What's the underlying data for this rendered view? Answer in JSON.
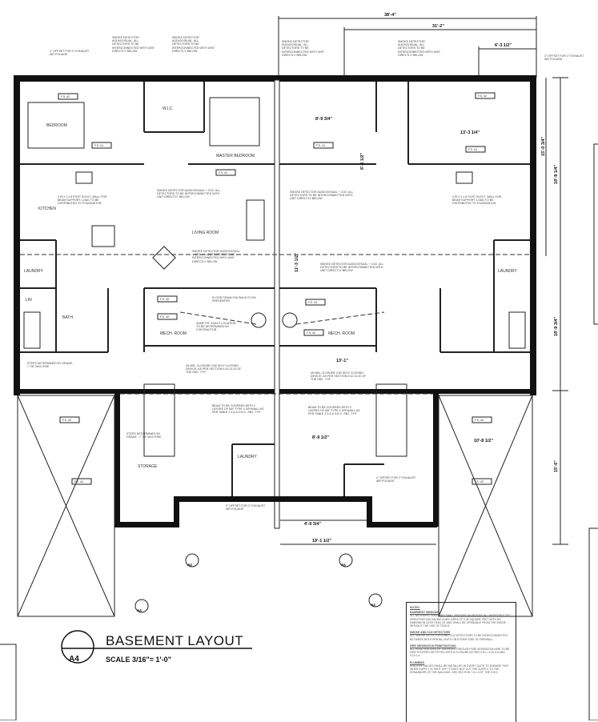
{
  "title": {
    "name": "BASEMENT LAYOUT",
    "scale": "SCALE 3/16\"= 1'-0\"",
    "sheet": "A4"
  },
  "rooms": {
    "bedroom": "BEDROOM",
    "wic": "W.I.C.",
    "master": "MASTER BEDROOM",
    "kitchen": "KITCHEN",
    "living": "LIVING ROOM",
    "laundry_left": "LAUNDRY",
    "laundry_right": "LAUNDRY",
    "laundry_center": "LAUNDRY",
    "bath": "BATH",
    "lin": "LIN",
    "mech_left": "MECH. ROOM",
    "mech_right": "MECH. ROOM",
    "storage": "STORAGE"
  },
  "dimensions": {
    "overall": "38'-4\"",
    "upper": "31'-2\"",
    "offset": "6'-3 1/2\"",
    "d1": "8'-9 3/4\"",
    "d2": "13'-3 1/4\"",
    "d3": "15'-0 3/4\"",
    "d4": "18'-9 1/4\"",
    "d5": "11'-3 1/2\"",
    "d6": "18'-9 3/4\"",
    "d7": "15'-6\"",
    "d8": "10'-8 1/2\"",
    "d9": "19'-1 1/2\"",
    "d10": "4'-9 3/4\"",
    "d11": "8'-9 1/2\"",
    "d12": "13'-1\"",
    "d13": "6'-3 1/2\""
  },
  "notes": {
    "smoke": "SMOKE DETECTOR AUDIO/VISUAL. ALL DETECTORS TO BE INTERCONNECTED WITH UNIT DIRECTLY BELOW",
    "smoke_co": "SMOKE DETECTOR AUDIO/VISUAL + CO2. ALL DETECTORS TO BE INTERCONNECTED WITH UNIT DIRECTLY BELOW",
    "offset": "2\" OFFSET FOR 2\" EXHAUST AIR FOLIAGE",
    "post": "4 PLY 2 x 6 POST IN EXT. WALL FOR BEAM SUPPORT. LOAD TO BE DISTRIBUTED TO FOUNDATION",
    "floor_drain": "FLOOR DRAIN C/W BACK FLOW PREVENTER",
    "sump": "SUMP PIT. EXACT LOCATION TO BE DETERMINED BY CONTRACTOR",
    "closure": "45 MIN. CLOSURE C/W SELF CLOSING DEVICE. AS PER SECTION 9.10.13.10 OF THE OBC. TYP.",
    "beam": "BEAM TO BE COVERED WITH 2 LAYERS OF 5/8\" TYPE X DRYWALL AS PER TABLE 2.3.4.A O.B.C. SB2. TYP.",
    "steps": "STEPS DETERMINED BY GRADE - 7 7/8\" MAX RISE",
    "tag_fs": "F.S. #2",
    "tag_fa": "F.S. #1"
  },
  "notes_box": {
    "heading": "NOTES:",
    "items": [
      {
        "title": "BASEMENT WINDOWS",
        "text": "ALL BASEMENT WINDOWS SHALL PROVIDE AN INDIVIDUAL UNOBSTRUCTED OPEN PORTION HAVING A MIN. AREA OF 0.35 SQUARE FEET WITH NO DIMENSION LESS THAN 15\" AND SHALL BE OPENABLE FROM THE INSIDE WITHOUT THE USE OF TOOLS."
      },
      {
        "title": "SMOKE AND CO2 DETECTORS",
        "text": "ALL SMOKE DETECTORS AND CO2 DETECTORS TO BE INTERCONNECTED BETWEEN BOTH RENTAL UNITS ON EITHER SIDE OF FIREWALL."
      },
      {
        "title": "FIRE SEPARATION PENETRATIONS",
        "text": "ALL PENETRATIONS OF SERVICES THROUGH FIRE SEPARATION ARE TO BE FIRE STOPPED OR FITTED WITH A CLOSURE AS PER O.B.C. 9.10.9.6 AND 9.10.1.4."
      },
      {
        "title": "PLUMBING",
        "text": "SHUTOFF VALVES SHALL BE INSTALLED IN EVERY SUITE TO ENSURE THAT WHEN SUPPLY IS SHUT OFF IT DOES NOT CUT THE SUPPLY TO THE REMAINDER OF THE BUILDING. SEE SECTION 7.6.1.4 OF THE O.B.C."
      }
    ]
  },
  "markers": {
    "a": "A4",
    "b": "A4",
    "c": "A4",
    "d": "A4"
  }
}
